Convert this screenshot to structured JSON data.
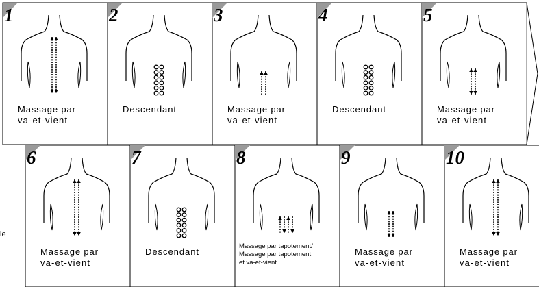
{
  "steps": [
    {
      "number": "1",
      "caption": [
        "Massage par",
        "va-et-vient"
      ],
      "icon": "long-arrow-up-down"
    },
    {
      "number": "2",
      "caption": [
        "Descendant"
      ],
      "icon": "roller-dots"
    },
    {
      "number": "3",
      "caption": [
        "Massage par",
        "va-et-vient"
      ],
      "icon": "short-arrow-up"
    },
    {
      "number": "4",
      "caption": [
        "Descendant"
      ],
      "icon": "roller-dots"
    },
    {
      "number": "5",
      "caption": [
        "Massage par",
        "va-et-vient"
      ],
      "icon": "short-arrow-up-down"
    },
    {
      "number": "6",
      "caption": [
        "Massage par",
        "va-et-vient"
      ],
      "icon": "long-arrow-up-down"
    },
    {
      "number": "7",
      "caption": [
        "Descendant"
      ],
      "icon": "roller-dots"
    },
    {
      "number": "8",
      "caption": [
        "Massage par tapotement/",
        "Massage par tapotement",
        "et va-et-vient"
      ],
      "icon": "tap-arrows"
    },
    {
      "number": "9",
      "caption": [
        "Massage par",
        "va-et-vient"
      ],
      "icon": "short-arrow-up-down"
    },
    {
      "number": "10",
      "caption": [
        "Massage par",
        "va-et-vient"
      ],
      "icon": "long-arrow-up-down"
    }
  ],
  "edge_text": "le"
}
